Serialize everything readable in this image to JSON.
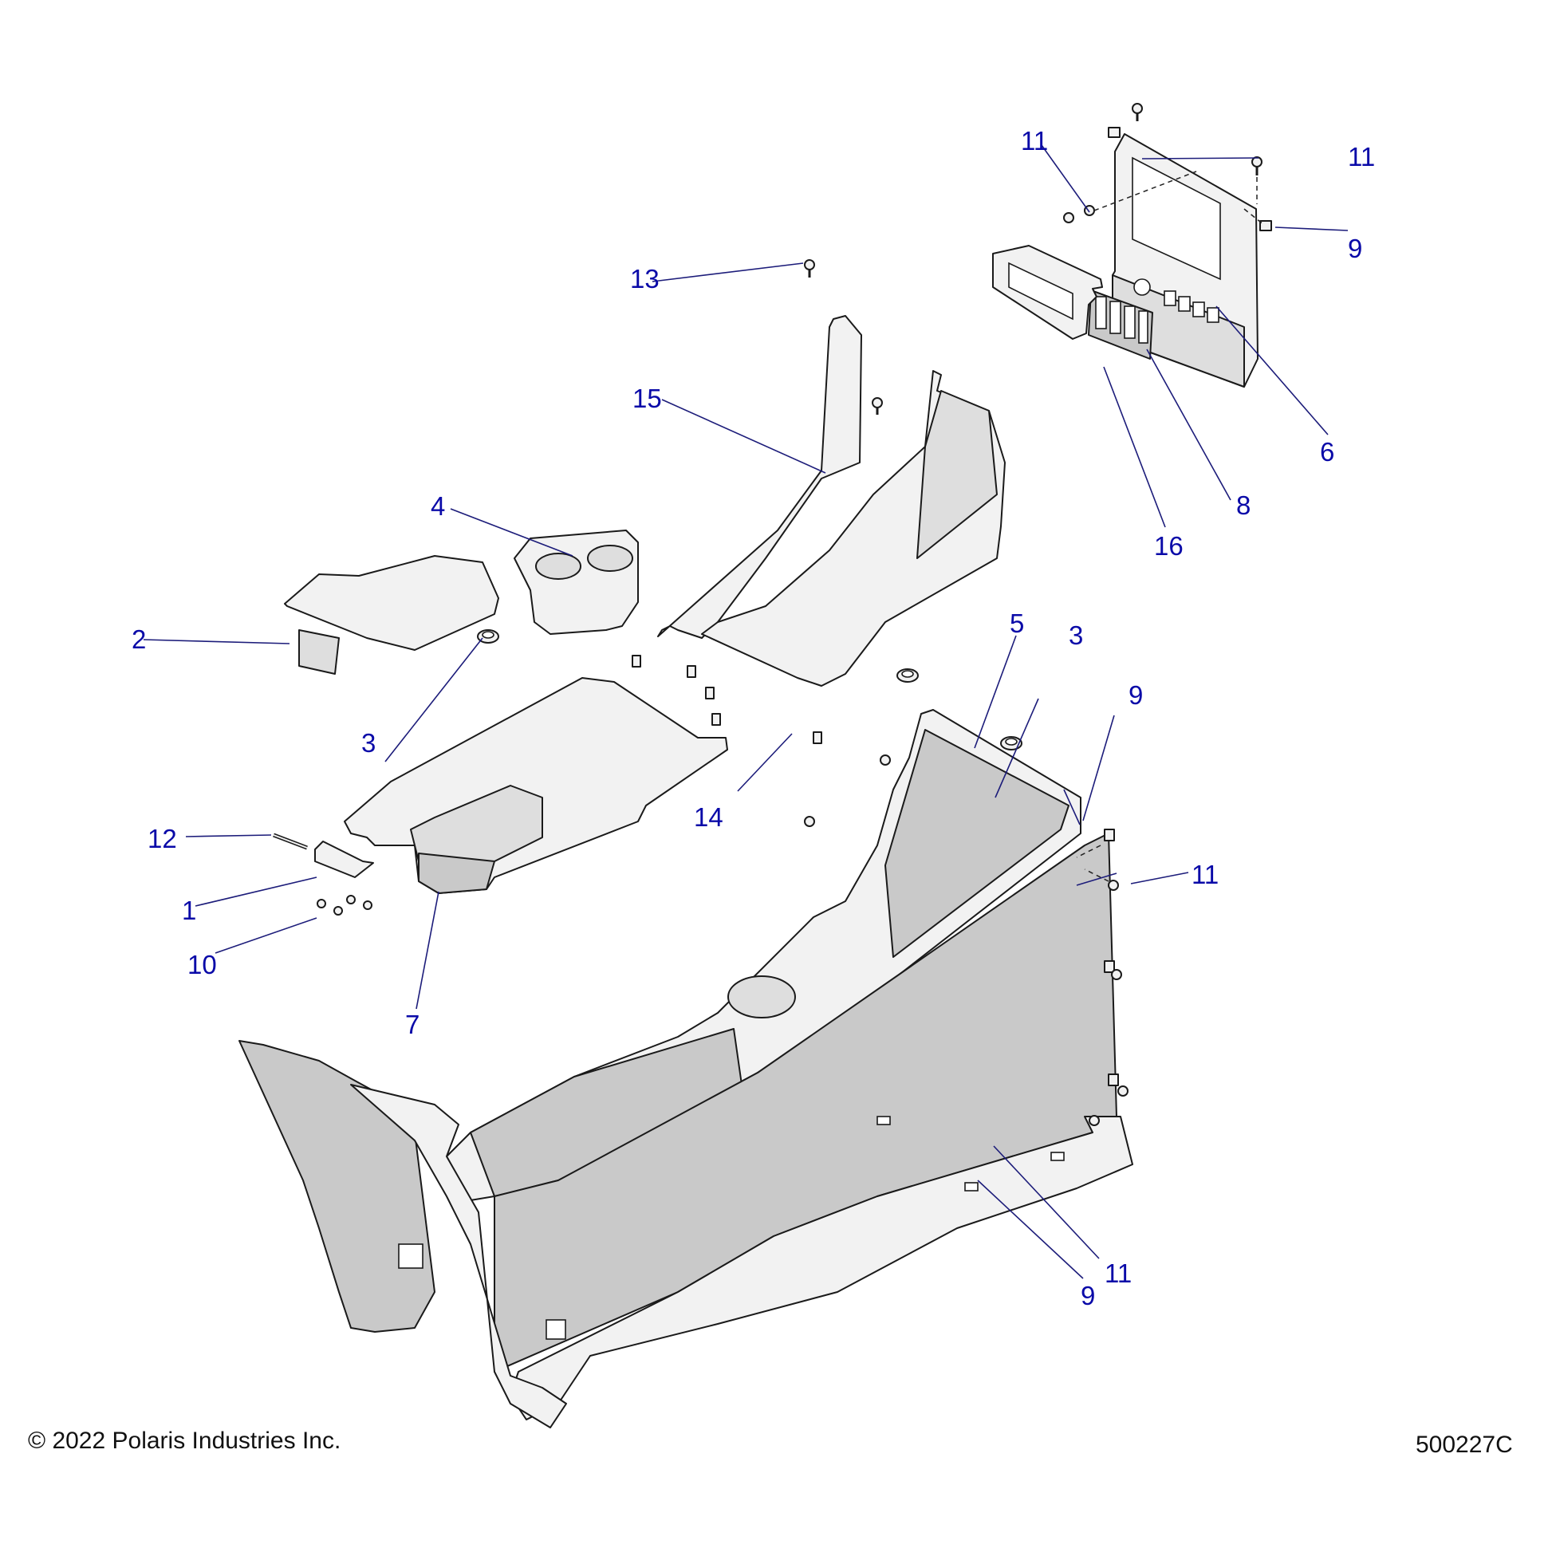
{
  "diagram": {
    "title": "Center Console Assembly Parts Diagram",
    "label_color": "#0a0aa8",
    "callouts": [
      {
        "id": "c1",
        "label": "1"
      },
      {
        "id": "c2",
        "label": "2"
      },
      {
        "id": "c3a",
        "label": "3"
      },
      {
        "id": "c3b",
        "label": "3"
      },
      {
        "id": "c4",
        "label": "4"
      },
      {
        "id": "c5",
        "label": "5"
      },
      {
        "id": "c6",
        "label": "6"
      },
      {
        "id": "c7",
        "label": "7"
      },
      {
        "id": "c8",
        "label": "8"
      },
      {
        "id": "c9a",
        "label": "9"
      },
      {
        "id": "c9b",
        "label": "9"
      },
      {
        "id": "c9c",
        "label": "9"
      },
      {
        "id": "c10",
        "label": "10"
      },
      {
        "id": "c11a",
        "label": "11"
      },
      {
        "id": "c11b",
        "label": "11"
      },
      {
        "id": "c11c",
        "label": "11"
      },
      {
        "id": "c11d",
        "label": "11"
      },
      {
        "id": "c12",
        "label": "12"
      },
      {
        "id": "c13",
        "label": "13"
      },
      {
        "id": "c14",
        "label": "14"
      },
      {
        "id": "c15",
        "label": "15"
      },
      {
        "id": "c16",
        "label": "16"
      }
    ]
  },
  "footer": {
    "copyright": "© 2022 Polaris Industries Inc.",
    "drawing_number": "500227C"
  }
}
